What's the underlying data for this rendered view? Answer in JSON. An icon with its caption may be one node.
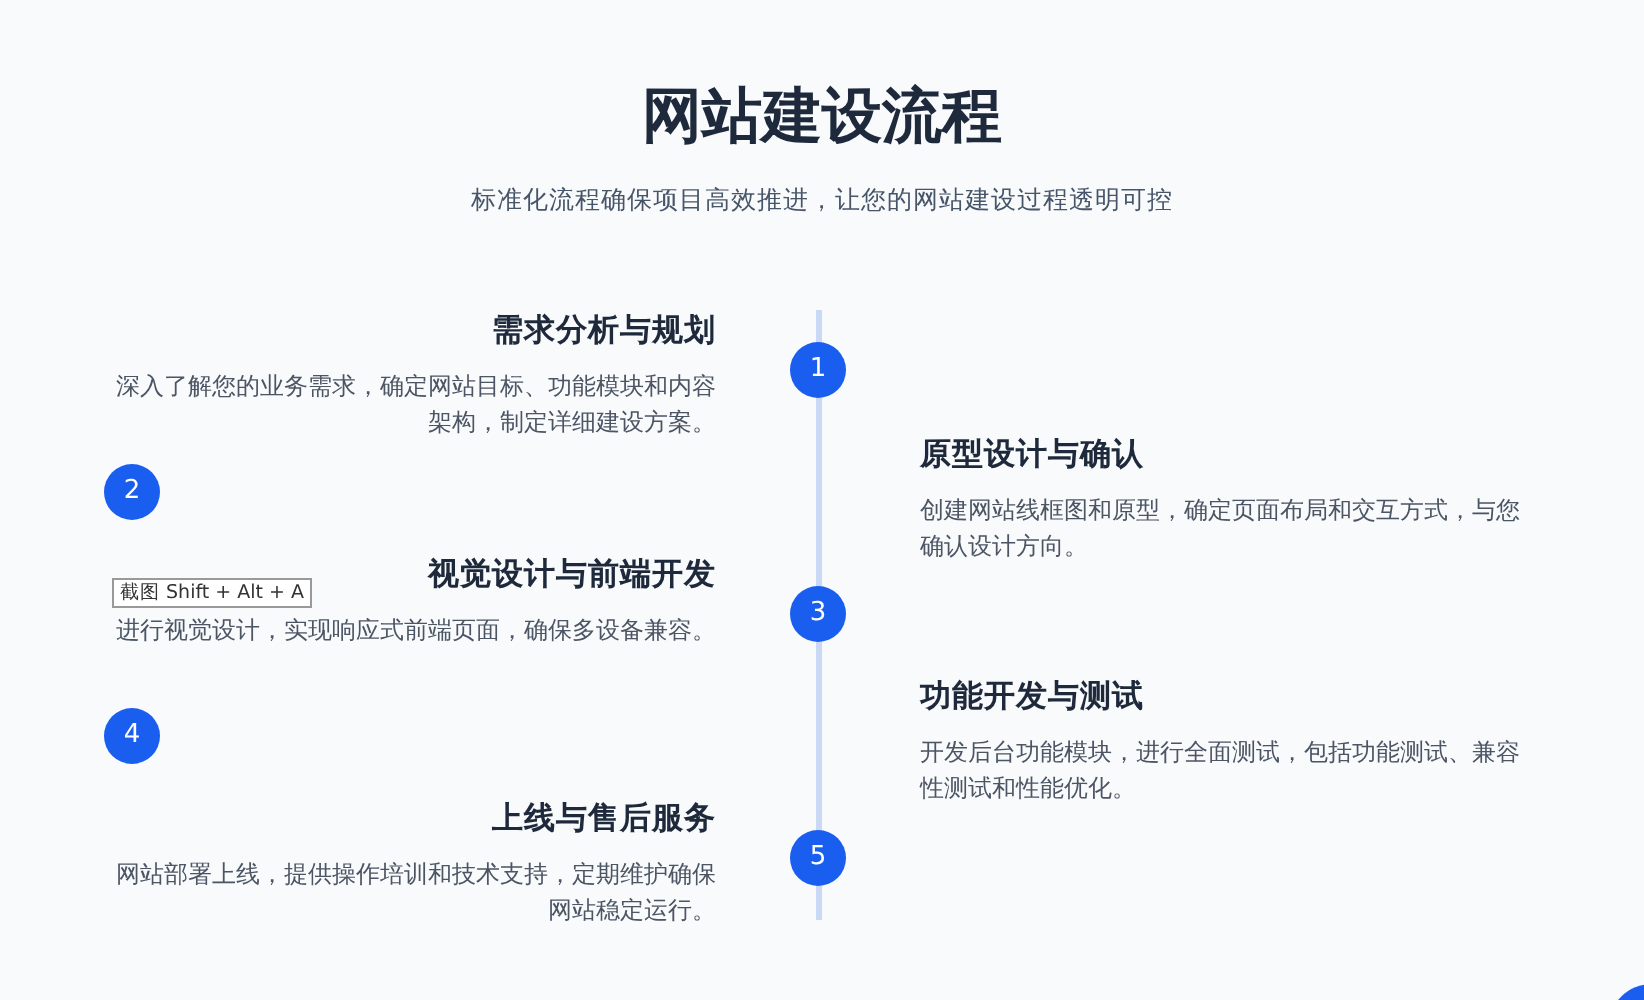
{
  "diagram": {
    "title": "网站建设流程",
    "nodes": [
      {
        "text": [
          "需求分析与规划",
          "深入了解您的业务需求，确定网站目标、功能模块和内容架构，制定详细建设方案。"
        ]
      },
      {
        "text": [
          "1"
        ]
      },
      {
        "text": [
          "2"
        ]
      },
      {
        "text": [
          "原型设计与确认",
          "创建网站线框图和原型，确定页面布局和交互方式，与您确认设计方向。"
        ]
      },
      {
        "text": [
          "视觉设计与前端开发",
          "进行视觉设计，实现响应式前端页面，确保多设备兼容。"
        ]
      },
      {
        "text": [
          "3"
        ]
      },
      {
        "text": [
          "4"
        ]
      },
      {
        "text": [
          "功能开发与测试",
          "开发后台功能模块，进行全面测试，包括功能测试、兼容性测试和性能优化。"
        ]
      },
      {
        "text": [
          "上线与售后服务",
          "网站部署上线，提供操作培训和技术支持，定期维护确保网站稳定运行。"
        ]
      },
      {
        "text": [
          "5"
        ]
      }
    ],
    "edges": [],
    "labels": [
      "标准化流程确保项目高效推进，让您的网站建设过程透明可控",
      "截图 Shift + Alt + A"
    ]
  }
}
